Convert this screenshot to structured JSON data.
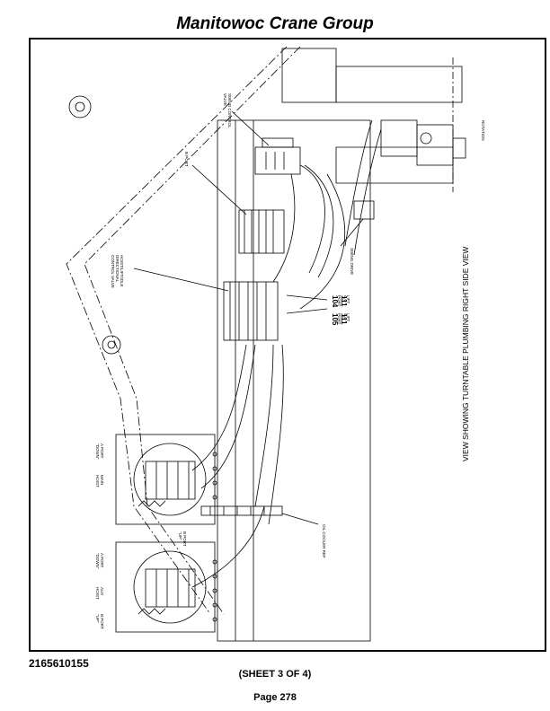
{
  "header": {
    "title": "Manitowoc Crane Group"
  },
  "diagram": {
    "view_title": "VIEW SHOWING TURNTABLE PLUMBING RIGHT SIDE VIEW",
    "labels": {
      "swing_control_valve": [
        "SWING CONTROL",
        "VALVE"
      ],
      "rotation": "ROTATION",
      "b_port_top": "B PORT",
      "hoist_valve": [
        "HOIST/LIFT/IDLE",
        "DIRECTIONAL",
        "CONTROL VALVE"
      ],
      "swing_drive": "SWING DRIVE",
      "port_104": "104",
      "port_111_top": "111",
      "port_105": "105",
      "port_111_bottom": "111",
      "lift_a_port": [
        "LIFT",
        "\"A\"",
        "PORT"
      ],
      "lift_b_port": [
        "LIFT",
        "\"B\"",
        "PORT"
      ],
      "main_a_port": [
        "A PORT",
        "\"DOWN\""
      ],
      "main_hoist": [
        "MAIN",
        "HOIST"
      ],
      "main_b_port": [
        "B PORT",
        "\"UP\""
      ],
      "oil_cooler": "OIL COOLER REF",
      "aux_a_port": [
        "A PORT",
        "\"DOWN\""
      ],
      "aux_hoist": [
        "AUX",
        "HOIST"
      ],
      "aux_b_port": [
        "B PORT",
        "\"UP\""
      ]
    }
  },
  "footer": {
    "doc_number": "2165610155",
    "sheet": "(SHEET 3 OF 4)",
    "page": "Page 278"
  }
}
